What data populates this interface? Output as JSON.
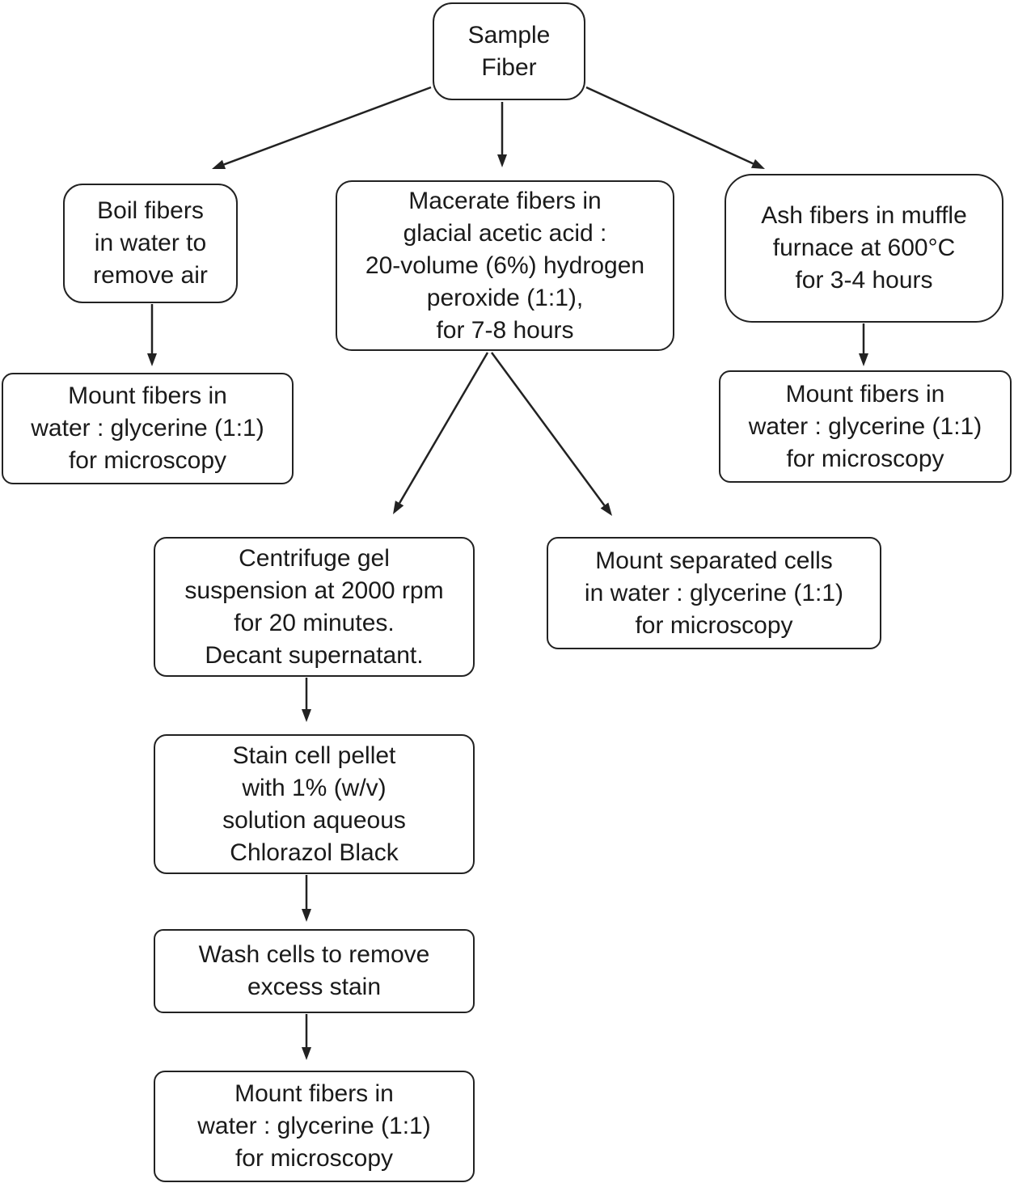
{
  "nodes": {
    "sample_fiber": [
      "Sample",
      "Fiber"
    ],
    "boil_fibers": [
      "Boil fibers",
      "in water to",
      "remove air"
    ],
    "mount_boiled": [
      "Mount fibers in",
      "water : glycerine (1:1)",
      "for microscopy"
    ],
    "macerate_fibers": [
      "Macerate fibers in",
      "glacial acetic acid :",
      "20-volume (6%) hydrogen",
      "peroxide (1:1),",
      "for 7-8 hours"
    ],
    "ash_fibers": [
      "Ash fibers in muffle",
      "furnace at 600°C",
      "for 3-4 hours"
    ],
    "mount_ashed": [
      "Mount fibers in",
      "water : glycerine (1:1)",
      "for microscopy"
    ],
    "centrifuge": [
      "Centrifuge gel",
      "suspension at 2000 rpm",
      "for 20 minutes.",
      "Decant supernatant."
    ],
    "mount_separated": [
      "Mount separated cells",
      "in water : glycerine (1:1)",
      "for microscopy"
    ],
    "stain_pellet": [
      "Stain cell pellet",
      "with 1% (w/v)",
      "solution aqueous",
      "Chlorazol Black"
    ],
    "wash_cells": [
      "Wash cells to remove",
      "excess stain"
    ],
    "mount_stained": [
      "Mount fibers in",
      "water : glycerine (1:1)",
      "for microscopy"
    ]
  },
  "edges": [
    {
      "from": "sample_fiber",
      "to": "boil_fibers"
    },
    {
      "from": "sample_fiber",
      "to": "macerate_fibers"
    },
    {
      "from": "sample_fiber",
      "to": "ash_fibers"
    },
    {
      "from": "boil_fibers",
      "to": "mount_boiled"
    },
    {
      "from": "ash_fibers",
      "to": "mount_ashed"
    },
    {
      "from": "macerate_fibers",
      "to": "centrifuge"
    },
    {
      "from": "macerate_fibers",
      "to": "mount_separated"
    },
    {
      "from": "centrifuge",
      "to": "stain_pellet"
    },
    {
      "from": "stain_pellet",
      "to": "wash_cells"
    },
    {
      "from": "wash_cells",
      "to": "mount_stained"
    }
  ],
  "colors": {
    "stroke": "#222222",
    "text": "#1a1a1a",
    "background": "#ffffff"
  }
}
